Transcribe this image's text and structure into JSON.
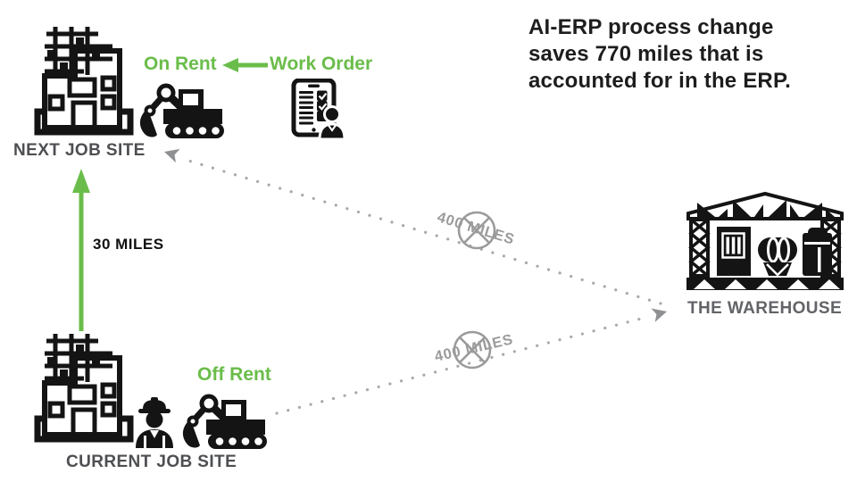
{
  "callout": {
    "lines": [
      "AI-ERP process change",
      "saves 770 miles that is",
      "accounted for in the ERP."
    ]
  },
  "nodes": {
    "next_site": {
      "label": "NEXT JOB SITE"
    },
    "current_site": {
      "label": "CURRENT JOB SITE"
    },
    "warehouse": {
      "label": "THE WAREHOUSE"
    }
  },
  "annotations": {
    "on_rent": "On Rent",
    "work_order": "Work Order",
    "off_rent": "Off Rent"
  },
  "routes": {
    "direct_current_to_next": {
      "label": "30 MILES",
      "style": "solid-green-arrow",
      "crossed_out": false
    },
    "warehouse_to_next": {
      "label": "400 MILES",
      "style": "dotted-gray-arrow",
      "crossed_out": true
    },
    "current_to_warehouse": {
      "label": "400 MILES",
      "style": "dotted-gray-arrow",
      "crossed_out": true
    }
  },
  "icons": {
    "next_site": "construction-building-icon",
    "current_site": "construction-building-icon",
    "on_rent_equipment": "excavator-icon",
    "off_rent_equipment": "excavator-icon",
    "worker": "construction-worker-icon",
    "work_order": "work-order-tablet-icon",
    "warehouse": "warehouse-icon",
    "prohibition": "crossed-circle-icon"
  },
  "colors": {
    "green": "#6abd4a",
    "route_dot_gray": "#a9a9a9",
    "no_symbol_gray": "#9b9b9b",
    "site_label_gray": "#4e4f52",
    "warehouse_label_gray": "#636468",
    "title_black": "#1d1d1d"
  }
}
